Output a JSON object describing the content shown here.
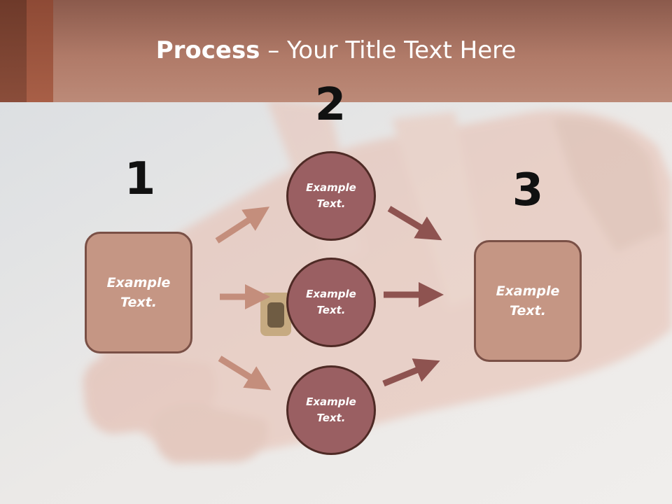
{
  "title": {
    "bold": "Process",
    "rest": " – Your Title Text Here"
  },
  "steps": [
    {
      "number": "1",
      "label": "Example\nText."
    },
    {
      "number": "2",
      "label": "Example\nText."
    },
    {
      "number": "3",
      "label": "Example\nText."
    }
  ],
  "middle_nodes": [
    {
      "label": "Example\nText."
    },
    {
      "label": "Example\nText."
    },
    {
      "label": "Example\nText."
    }
  ],
  "colors": {
    "header": "#b07a68",
    "box_fill": "#c59684",
    "circle_fill": "#9a5f62",
    "arrow_light": "#c48e7c",
    "arrow_dark": "#8e5350"
  }
}
